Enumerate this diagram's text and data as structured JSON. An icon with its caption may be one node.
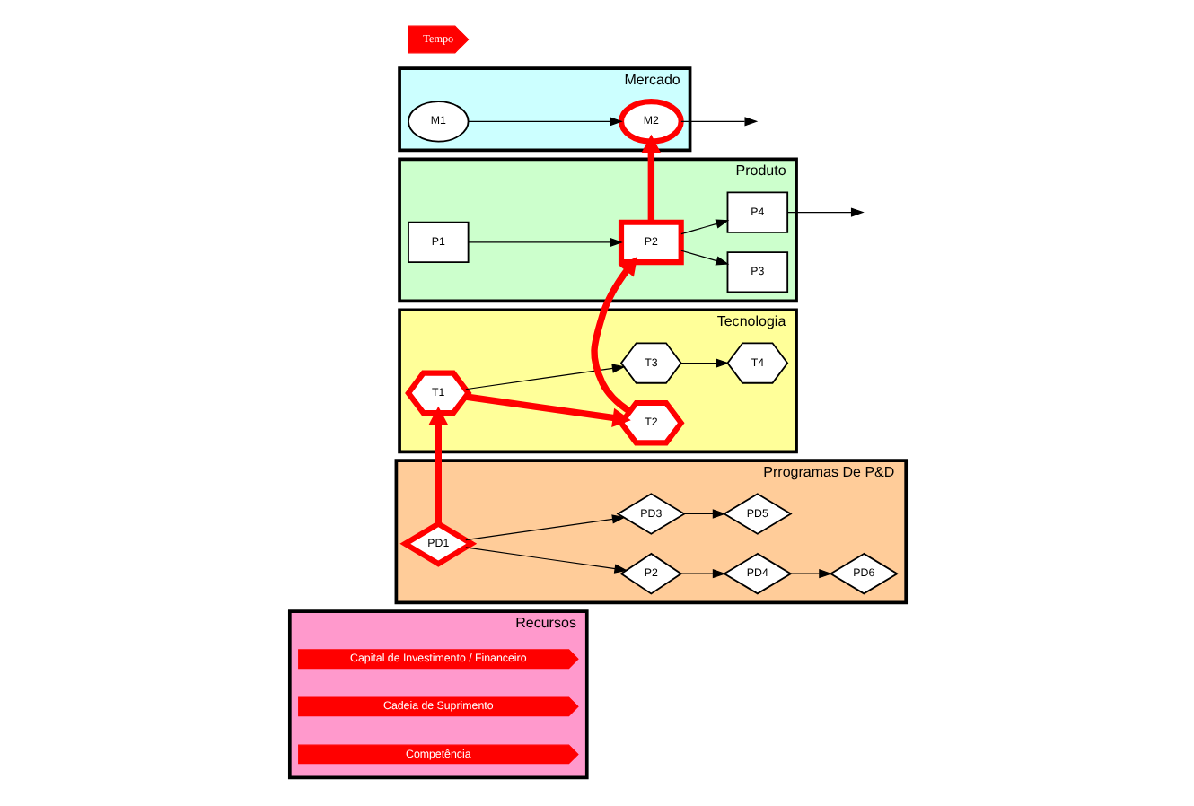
{
  "diagram": {
    "nodes": [
      {
        "text": [
          "Mercado"
        ]
      },
      {
        "text": [
          "M1"
        ],
        "in": 0
      },
      {
        "text": [
          "M2"
        ],
        "in": 0
      },
      {
        "text": [
          "Produto"
        ]
      },
      {
        "text": [
          "P1"
        ],
        "in": 3
      },
      {
        "text": [
          "P2"
        ],
        "in": 3
      },
      {
        "text": [
          "P3"
        ],
        "in": 3
      },
      {
        "text": [
          "P4"
        ],
        "in": 3
      },
      {
        "text": [
          "Tecnologia"
        ]
      },
      {
        "text": [
          "T1"
        ],
        "in": 8
      },
      {
        "text": [
          "T2"
        ],
        "in": 8
      },
      {
        "text": [
          "T3"
        ],
        "in": 8
      },
      {
        "text": [
          "T4"
        ],
        "in": 8
      },
      {
        "text": [
          "Prrogramas De P&D"
        ]
      },
      {
        "text": [
          "PD1"
        ],
        "in": 13
      },
      {
        "text": [
          "P2"
        ],
        "in": 13
      },
      {
        "text": [
          "PD4"
        ],
        "in": 13
      },
      {
        "text": [
          "PD6"
        ],
        "in": 13
      },
      {
        "text": [
          "PD3"
        ],
        "in": 13
      },
      {
        "text": [
          "PD5"
        ],
        "in": 13
      },
      {
        "text": [
          "Recursos"
        ]
      },
      {
        "text": [
          "Capital de Investimento / Financeiro"
        ],
        "in": 20
      },
      {
        "text": [
          "Cadeia de Suprimento"
        ],
        "in": 20
      },
      {
        "text": [
          "Competência"
        ],
        "in": 20
      }
    ],
    "edges": [
      {
        "from": 1,
        "to": 2,
        "arrow": "to"
      },
      {
        "from": 2,
        "to": null,
        "arrow": "to"
      },
      {
        "from": 4,
        "to": 5,
        "arrow": "to"
      },
      {
        "from": 5,
        "to": 6,
        "arrow": "to"
      },
      {
        "from": 5,
        "to": 7,
        "arrow": "to"
      },
      {
        "from": 7,
        "to": null,
        "arrow": "to"
      },
      {
        "from": 5,
        "to": 2,
        "arrow": "to",
        "style": "thick",
        "color": "#ff0000"
      },
      {
        "from": 9,
        "to": 10,
        "arrow": "to",
        "style": "thick",
        "color": "#ff0000"
      },
      {
        "from": 9,
        "to": 11,
        "arrow": "to"
      },
      {
        "from": 11,
        "to": 12,
        "arrow": "to"
      },
      {
        "from": 10,
        "to": 5,
        "arrow": "to",
        "style": "thick",
        "color": "#ff0000"
      },
      {
        "from": 14,
        "to": 9,
        "arrow": "to",
        "style": "thick",
        "color": "#ff0000"
      },
      {
        "from": 14,
        "to": 15,
        "arrow": "to"
      },
      {
        "from": 15,
        "to": 16,
        "arrow": "to"
      },
      {
        "from": 16,
        "to": 17,
        "arrow": "to"
      },
      {
        "from": 14,
        "to": 18,
        "arrow": "to"
      },
      {
        "from": 18,
        "to": 19,
        "arrow": "to"
      }
    ],
    "labels": [
      "Tempo"
    ]
  }
}
